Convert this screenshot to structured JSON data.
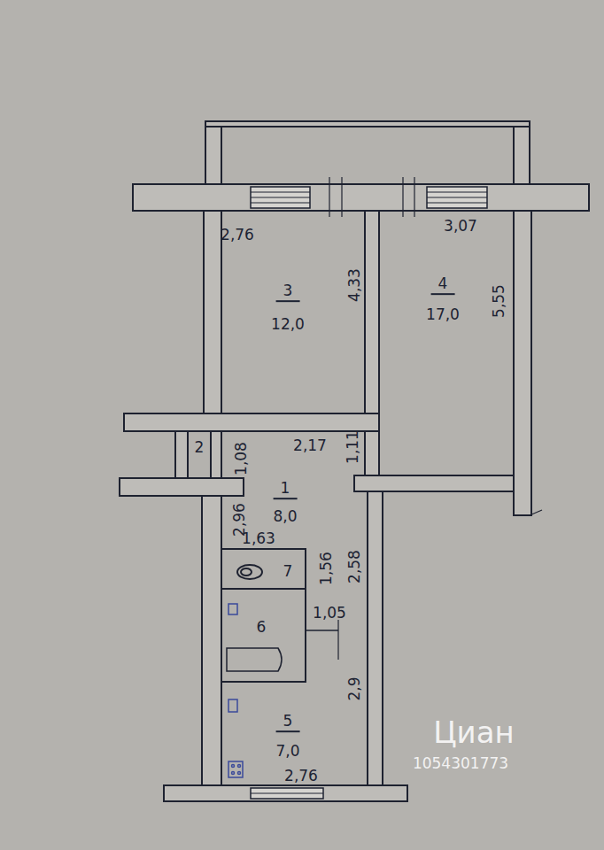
{
  "diagram": {
    "labels": [
      "2,76",
      "3,07",
      "3",
      "12,0",
      "4,33",
      "4",
      "17,0",
      "5,55",
      "2",
      "1,08",
      "2,17",
      "1,11",
      "1",
      "8,0",
      "2,96",
      "1,63",
      "7",
      "1,56",
      "2,58",
      "6",
      "1,05",
      "2,9",
      "5",
      "7,0",
      "2,76",
      "Циан",
      "1054301773"
    ]
  }
}
